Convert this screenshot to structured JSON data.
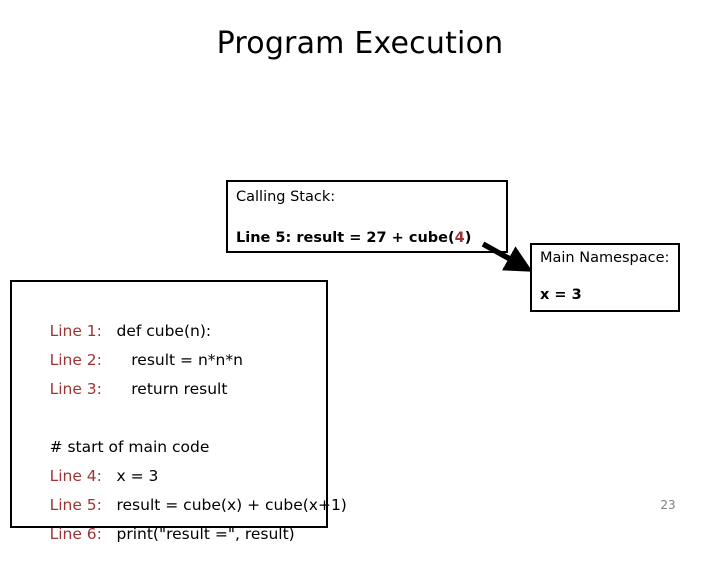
{
  "slide": {
    "title": "Program Execution",
    "number": "23"
  },
  "calling_stack": {
    "heading": "Calling Stack:",
    "frame": {
      "prefix": "Line 5: result = 27 + cube(",
      "highlight": "4",
      "suffix": ")"
    }
  },
  "main_namespace": {
    "heading": "Main Namespace:",
    "variables": [
      "x = 3"
    ]
  },
  "code": {
    "lines": [
      {
        "lineno": "Line 1:",
        "text": " def cube(n):"
      },
      {
        "lineno": "Line 2:",
        "text": "    result = n*n*n"
      },
      {
        "lineno": "Line 3:",
        "text": "    return result"
      },
      {
        "lineno": "",
        "text": ""
      },
      {
        "lineno": "",
        "text": "# start of main code"
      },
      {
        "lineno": "Line 4:",
        "text": " x = 3"
      },
      {
        "lineno": "Line 5:",
        "text": " result = cube(x) + cube(x+1)"
      },
      {
        "lineno": "Line 6:",
        "text": " print(\"result =\", result)"
      }
    ]
  },
  "colors": {
    "lineno_red": "#9e3434",
    "text_black": "#000000",
    "slide_number_gray": "#7f7f7f",
    "panel_border": "#000000",
    "background": "#ffffff"
  }
}
